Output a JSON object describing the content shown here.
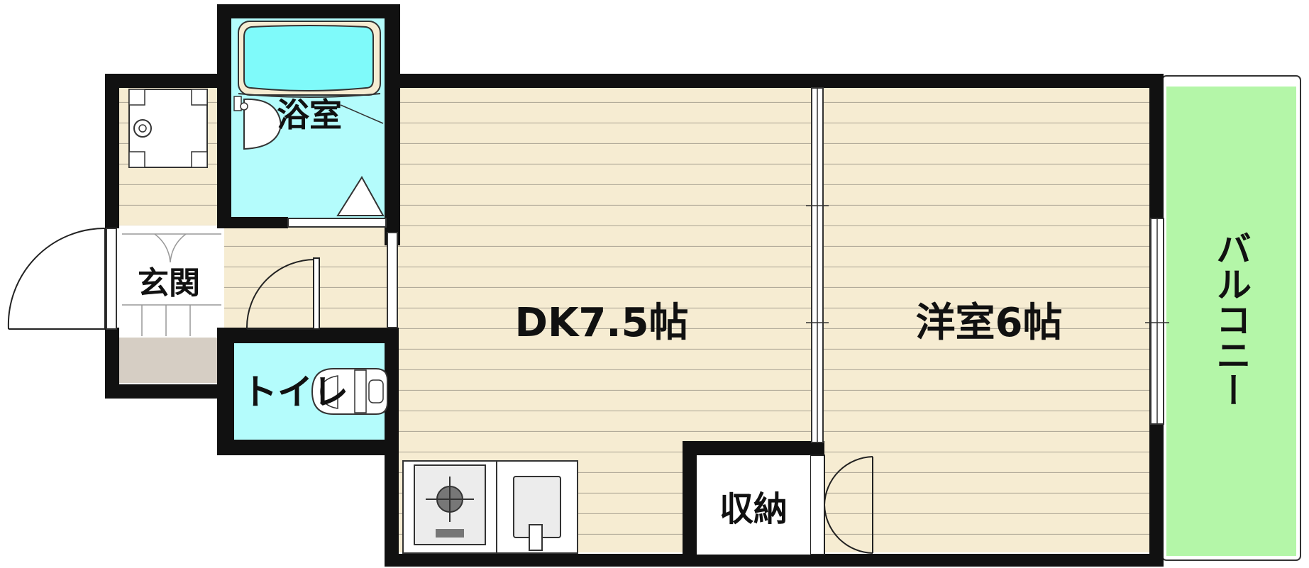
{
  "rooms": {
    "bath": "浴室",
    "entrance": "玄関",
    "toilet": "トイレ",
    "dk": "DK7.5帖",
    "western": "洋室6帖",
    "storage": "収納",
    "balcony": "バルコニー"
  },
  "colors": {
    "wall": "#111111",
    "floor": "#f6ecd2",
    "floor_line": "#b2ab9a",
    "wet_area": "#b4fcfc",
    "bathtub": "#7ffafa",
    "entrance_floor": "#d6cec4",
    "balcony": "#b4f6a8"
  },
  "icons": {
    "washer": "washing-machine-icon",
    "stove": "gas-stove-icon",
    "sink": "sink-icon",
    "toilet": "toilet-icon",
    "tub": "bathtub-icon"
  }
}
